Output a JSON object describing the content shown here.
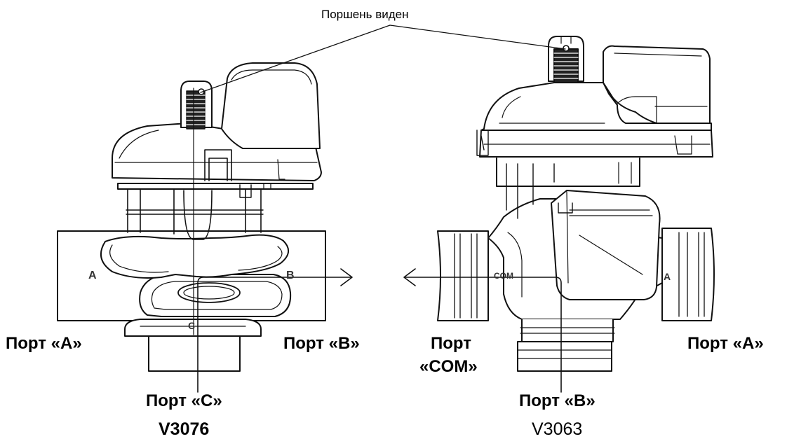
{
  "callout": "Поршень виден",
  "left_valve": {
    "model": "V3076",
    "port_a": "Порт «A»",
    "port_b": "Порт «B»",
    "port_c": "Порт «C»",
    "body_letters": {
      "a": "A",
      "b": "B",
      "c": "C"
    }
  },
  "right_valve": {
    "model": "V3063",
    "port_com_line1": "Порт",
    "port_com_line2": "«COM»",
    "port_a": "Порт «A»",
    "port_b": "Порт «B»",
    "body_letters": {
      "com": "COM",
      "a": "A"
    }
  }
}
